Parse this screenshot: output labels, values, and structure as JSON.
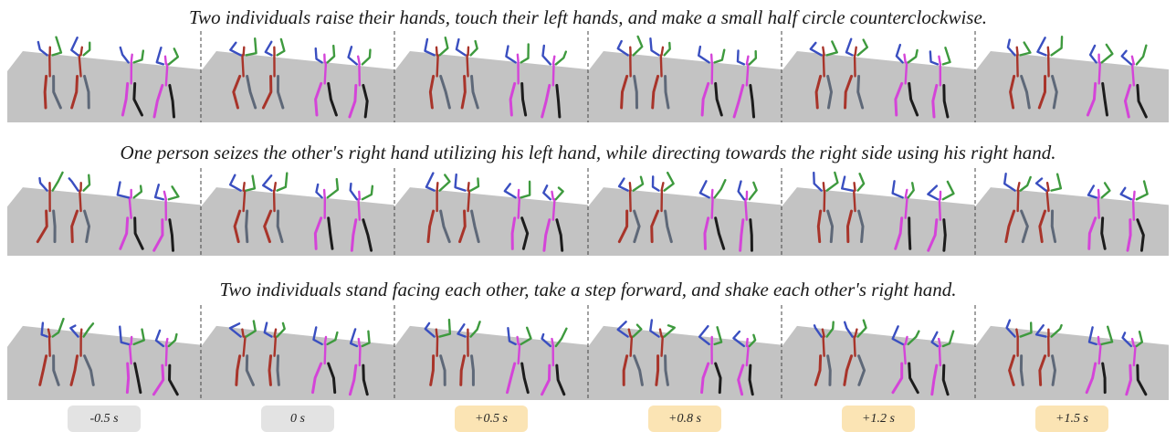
{
  "rows": [
    {
      "caption": "Two individuals raise their hands, touch their left hands, and make a small half circle counterclockwise."
    },
    {
      "caption": "One person seizes the other's right hand utilizing his left hand, while directing towards the right side using his right hand."
    },
    {
      "caption": "Two individuals stand facing each other, take a step forward, and shake each other's right hand."
    }
  ],
  "timeline": [
    {
      "label": "-0.5 s",
      "kind": "past"
    },
    {
      "label": "0 s",
      "kind": "past"
    },
    {
      "label": "+0.5 s",
      "kind": "future"
    },
    {
      "label": "+0.8 s",
      "kind": "future"
    },
    {
      "label": "+1.2 s",
      "kind": "future"
    },
    {
      "label": "+1.5 s",
      "kind": "future"
    }
  ],
  "colors": {
    "floor": "#c3c3c3",
    "person_a_leg_left": "#a8342a",
    "person_a_leg_right": "#5e6878",
    "person_b_leg_left": "#d444d8",
    "person_b_leg_right": "#1c1c1c",
    "arm_left": "#3a4fc0",
    "arm_right": "#3e9a3e",
    "past_badge": "#e3e3e3",
    "future_badge": "#fbe4b4"
  }
}
